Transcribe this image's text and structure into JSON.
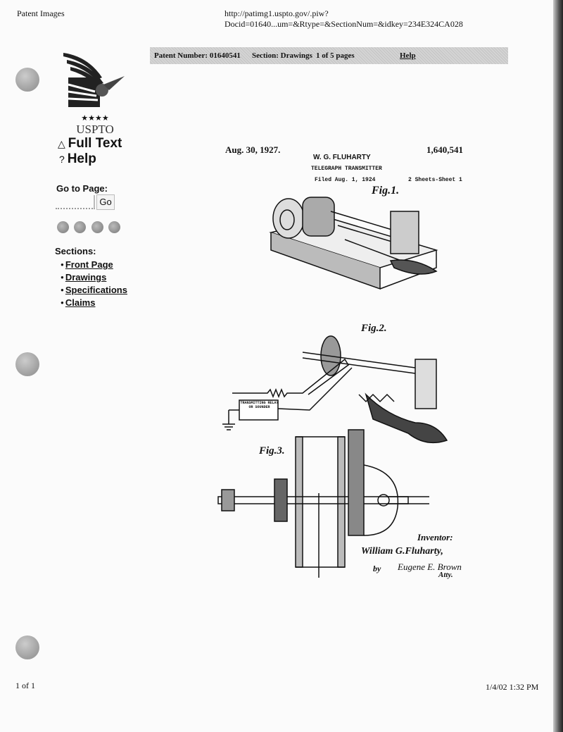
{
  "header": {
    "left": "Patent Images",
    "url": "http://patimg1.uspto.gov/.piw?Docid=01640...um=&Rtype=&SectionNum=&idkey=234E324CA028"
  },
  "toolbar": {
    "patent_number": "Patent Number: 01640541",
    "section": "Section: Drawings",
    "pages": "1 of 5 pages",
    "help": "Help"
  },
  "logo": {
    "text": "USPTO",
    "stars": "★★★★"
  },
  "sidebar": {
    "full_text": "Full Text",
    "help": "Help",
    "goto_label": "Go to Page:",
    "goto_value": "",
    "go_button": "Go",
    "sections_label": "Sections:",
    "sections": [
      "Front Page",
      "Drawings",
      "Specifications",
      "Claims"
    ]
  },
  "patent": {
    "date": "Aug. 30, 1927.",
    "number": "1,640,541",
    "inventor_header": "W. G. FLUHARTY",
    "title": "TELEGRAPH TRANSMITTER",
    "filed": "Filed Aug. 1, 1924",
    "sheets": "2 Sheets-Sheet 1",
    "fig1": "Fig.1.",
    "fig2": "Fig.2.",
    "fig3": "Fig.3.",
    "relay_label": "TRANSMITTING RELAY OR SOUNDER",
    "inventor_label": "Inventor:",
    "inventor_name": "William G.Fluharty,",
    "by": "by",
    "attorney": "Eugene E. Brown",
    "atty": "Atty."
  },
  "footer": {
    "page": "1 of 1",
    "datetime": "1/4/02 1:32 PM"
  }
}
